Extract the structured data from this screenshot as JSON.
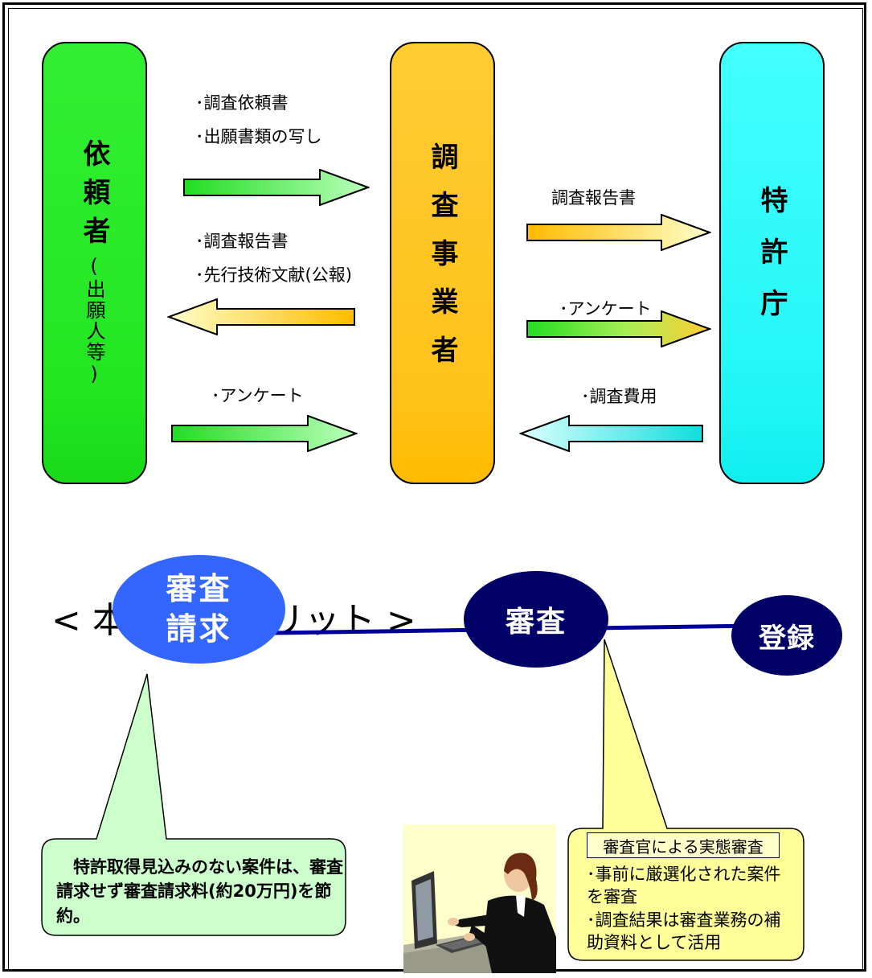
{
  "boxes": {
    "requester": {
      "main": "依頼者",
      "sub": "(出願人等)"
    },
    "contractor": {
      "main": "調査事業者"
    },
    "jpo": {
      "main": "特許庁"
    }
  },
  "labels": {
    "req_to_con_1": "･調査依頼書",
    "req_to_con_2": "･出願書類の写し",
    "con_to_req_1": "･調査報告書",
    "con_to_req_2": "･先行技術文献(公報)",
    "req_to_con_survey": "･アンケート",
    "con_to_jpo_report": "調査報告書",
    "con_to_jpo_survey": "･アンケート",
    "jpo_to_con_fee": "･調査費用"
  },
  "merit": {
    "title": "< 本事業のメリット >",
    "request": "審査\n請求",
    "exam": "審査",
    "registration": "登録",
    "left_callout": "　特許取得見込みのない案件は、審査請求せず審査請求料(約20万円)を節約。",
    "right_callout_head": "審査官による実態審査",
    "right_callout_1": "･事前に厳選化された案件を審査",
    "right_callout_2": "･調査結果は審査業務の補助資料として活用"
  },
  "colors": {
    "green": "#22e622",
    "orange": "#ffc21a",
    "cyan": "#22f6f6",
    "blue": "#3366ff",
    "navy": "#000066",
    "callout_green": "#ccffcc",
    "callout_yellow": "#ffff99"
  },
  "icons": {
    "clip_art": "office-worker-at-computer"
  }
}
